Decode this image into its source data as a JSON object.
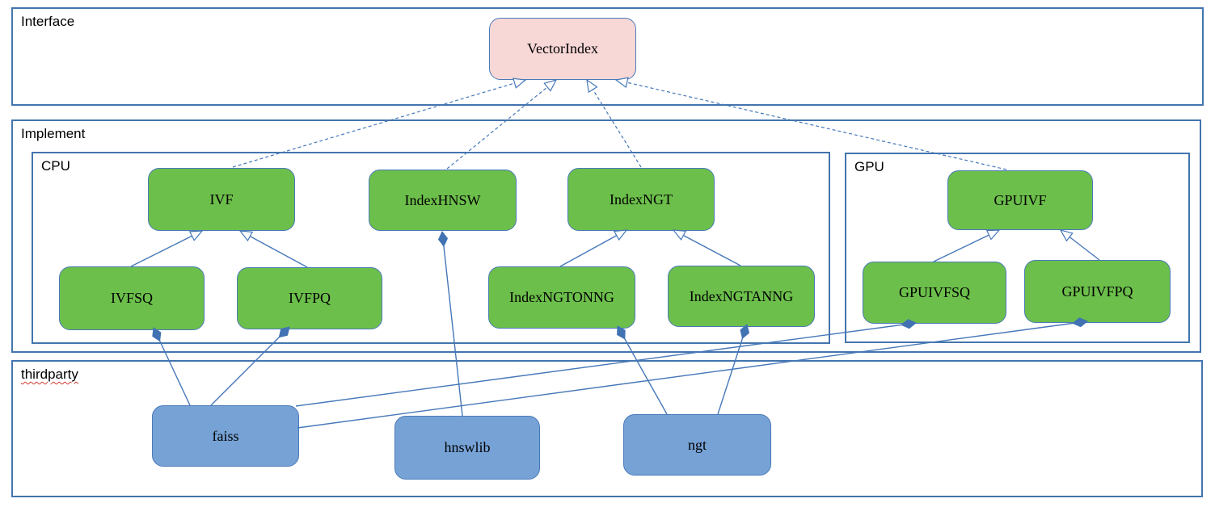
{
  "containers": {
    "interface": {
      "label": "Interface"
    },
    "implement": {
      "label": "Implement"
    },
    "cpu": {
      "label": "CPU"
    },
    "gpu": {
      "label": "GPU"
    },
    "thirdparty": {
      "label": "thirdparty",
      "spellcheck_underline": true
    }
  },
  "nodes": {
    "vectorindex": {
      "label": "VectorIndex",
      "kind": "interface",
      "container": "interface"
    },
    "ivf": {
      "label": "IVF",
      "kind": "implementation",
      "container": "cpu"
    },
    "indexhnsw": {
      "label": "IndexHNSW",
      "kind": "implementation",
      "container": "cpu"
    },
    "indexngt": {
      "label": "IndexNGT",
      "kind": "implementation",
      "container": "cpu"
    },
    "ivfsq": {
      "label": "IVFSQ",
      "kind": "implementation",
      "container": "cpu"
    },
    "ivfpq": {
      "label": "IVFPQ",
      "kind": "implementation",
      "container": "cpu"
    },
    "indexngtonng": {
      "label": "IndexNGTONNG",
      "kind": "implementation",
      "container": "cpu"
    },
    "indexngtanng": {
      "label": "IndexNGTANNG",
      "kind": "implementation",
      "container": "cpu"
    },
    "gpuivf": {
      "label": "GPUIVF",
      "kind": "implementation",
      "container": "gpu"
    },
    "gpuivfsq": {
      "label": "GPUIVFSQ",
      "kind": "implementation",
      "container": "gpu"
    },
    "gpuivfpq": {
      "label": "GPUIVFPQ",
      "kind": "implementation",
      "container": "gpu"
    },
    "faiss": {
      "label": "faiss",
      "kind": "thirdparty",
      "container": "thirdparty"
    },
    "hnswlib": {
      "label": "hnswlib",
      "kind": "thirdparty",
      "container": "thirdparty"
    },
    "ngt": {
      "label": "ngt",
      "kind": "thirdparty",
      "container": "thirdparty"
    }
  },
  "edges": [
    {
      "from": "IVF",
      "to": "VectorIndex",
      "type": "realization",
      "style": "dashed-open-arrow"
    },
    {
      "from": "IndexHNSW",
      "to": "VectorIndex",
      "type": "realization",
      "style": "dashed-open-arrow"
    },
    {
      "from": "IndexNGT",
      "to": "VectorIndex",
      "type": "realization",
      "style": "dashed-open-arrow"
    },
    {
      "from": "GPUIVF",
      "to": "VectorIndex",
      "type": "realization",
      "style": "dashed-open-arrow"
    },
    {
      "from": "IVFSQ",
      "to": "IVF",
      "type": "generalization",
      "style": "solid-open-arrow"
    },
    {
      "from": "IVFPQ",
      "to": "IVF",
      "type": "generalization",
      "style": "solid-open-arrow"
    },
    {
      "from": "IndexNGTONNG",
      "to": "IndexNGT",
      "type": "generalization",
      "style": "solid-open-arrow"
    },
    {
      "from": "IndexNGTANNG",
      "to": "IndexNGT",
      "type": "generalization",
      "style": "solid-open-arrow"
    },
    {
      "from": "GPUIVFSQ",
      "to": "GPUIVF",
      "type": "generalization",
      "style": "solid-open-arrow"
    },
    {
      "from": "GPUIVFPQ",
      "to": "GPUIVF",
      "type": "generalization",
      "style": "solid-open-arrow"
    },
    {
      "from": "faiss",
      "to": "IVFSQ",
      "type": "composition",
      "style": "solid-filled-diamond"
    },
    {
      "from": "faiss",
      "to": "IVFPQ",
      "type": "composition",
      "style": "solid-filled-diamond"
    },
    {
      "from": "faiss",
      "to": "GPUIVFSQ",
      "type": "composition",
      "style": "solid-filled-diamond"
    },
    {
      "from": "faiss",
      "to": "GPUIVFPQ",
      "type": "composition",
      "style": "solid-filled-diamond"
    },
    {
      "from": "hnswlib",
      "to": "IndexHNSW",
      "type": "composition",
      "style": "solid-filled-diamond"
    },
    {
      "from": "ngt",
      "to": "IndexNGTONNG",
      "type": "composition",
      "style": "solid-filled-diamond"
    },
    {
      "from": "ngt",
      "to": "IndexNGTANNG",
      "type": "composition",
      "style": "solid-filled-diamond"
    }
  ],
  "colors": {
    "interface_fill": "#f8d7d7",
    "implementation_fill": "#6cbf4b",
    "thirdparty_fill": "#76a2d6",
    "node_border": "#4a7ab8",
    "container_border": "#4374ae",
    "connector": "#4677b8"
  }
}
